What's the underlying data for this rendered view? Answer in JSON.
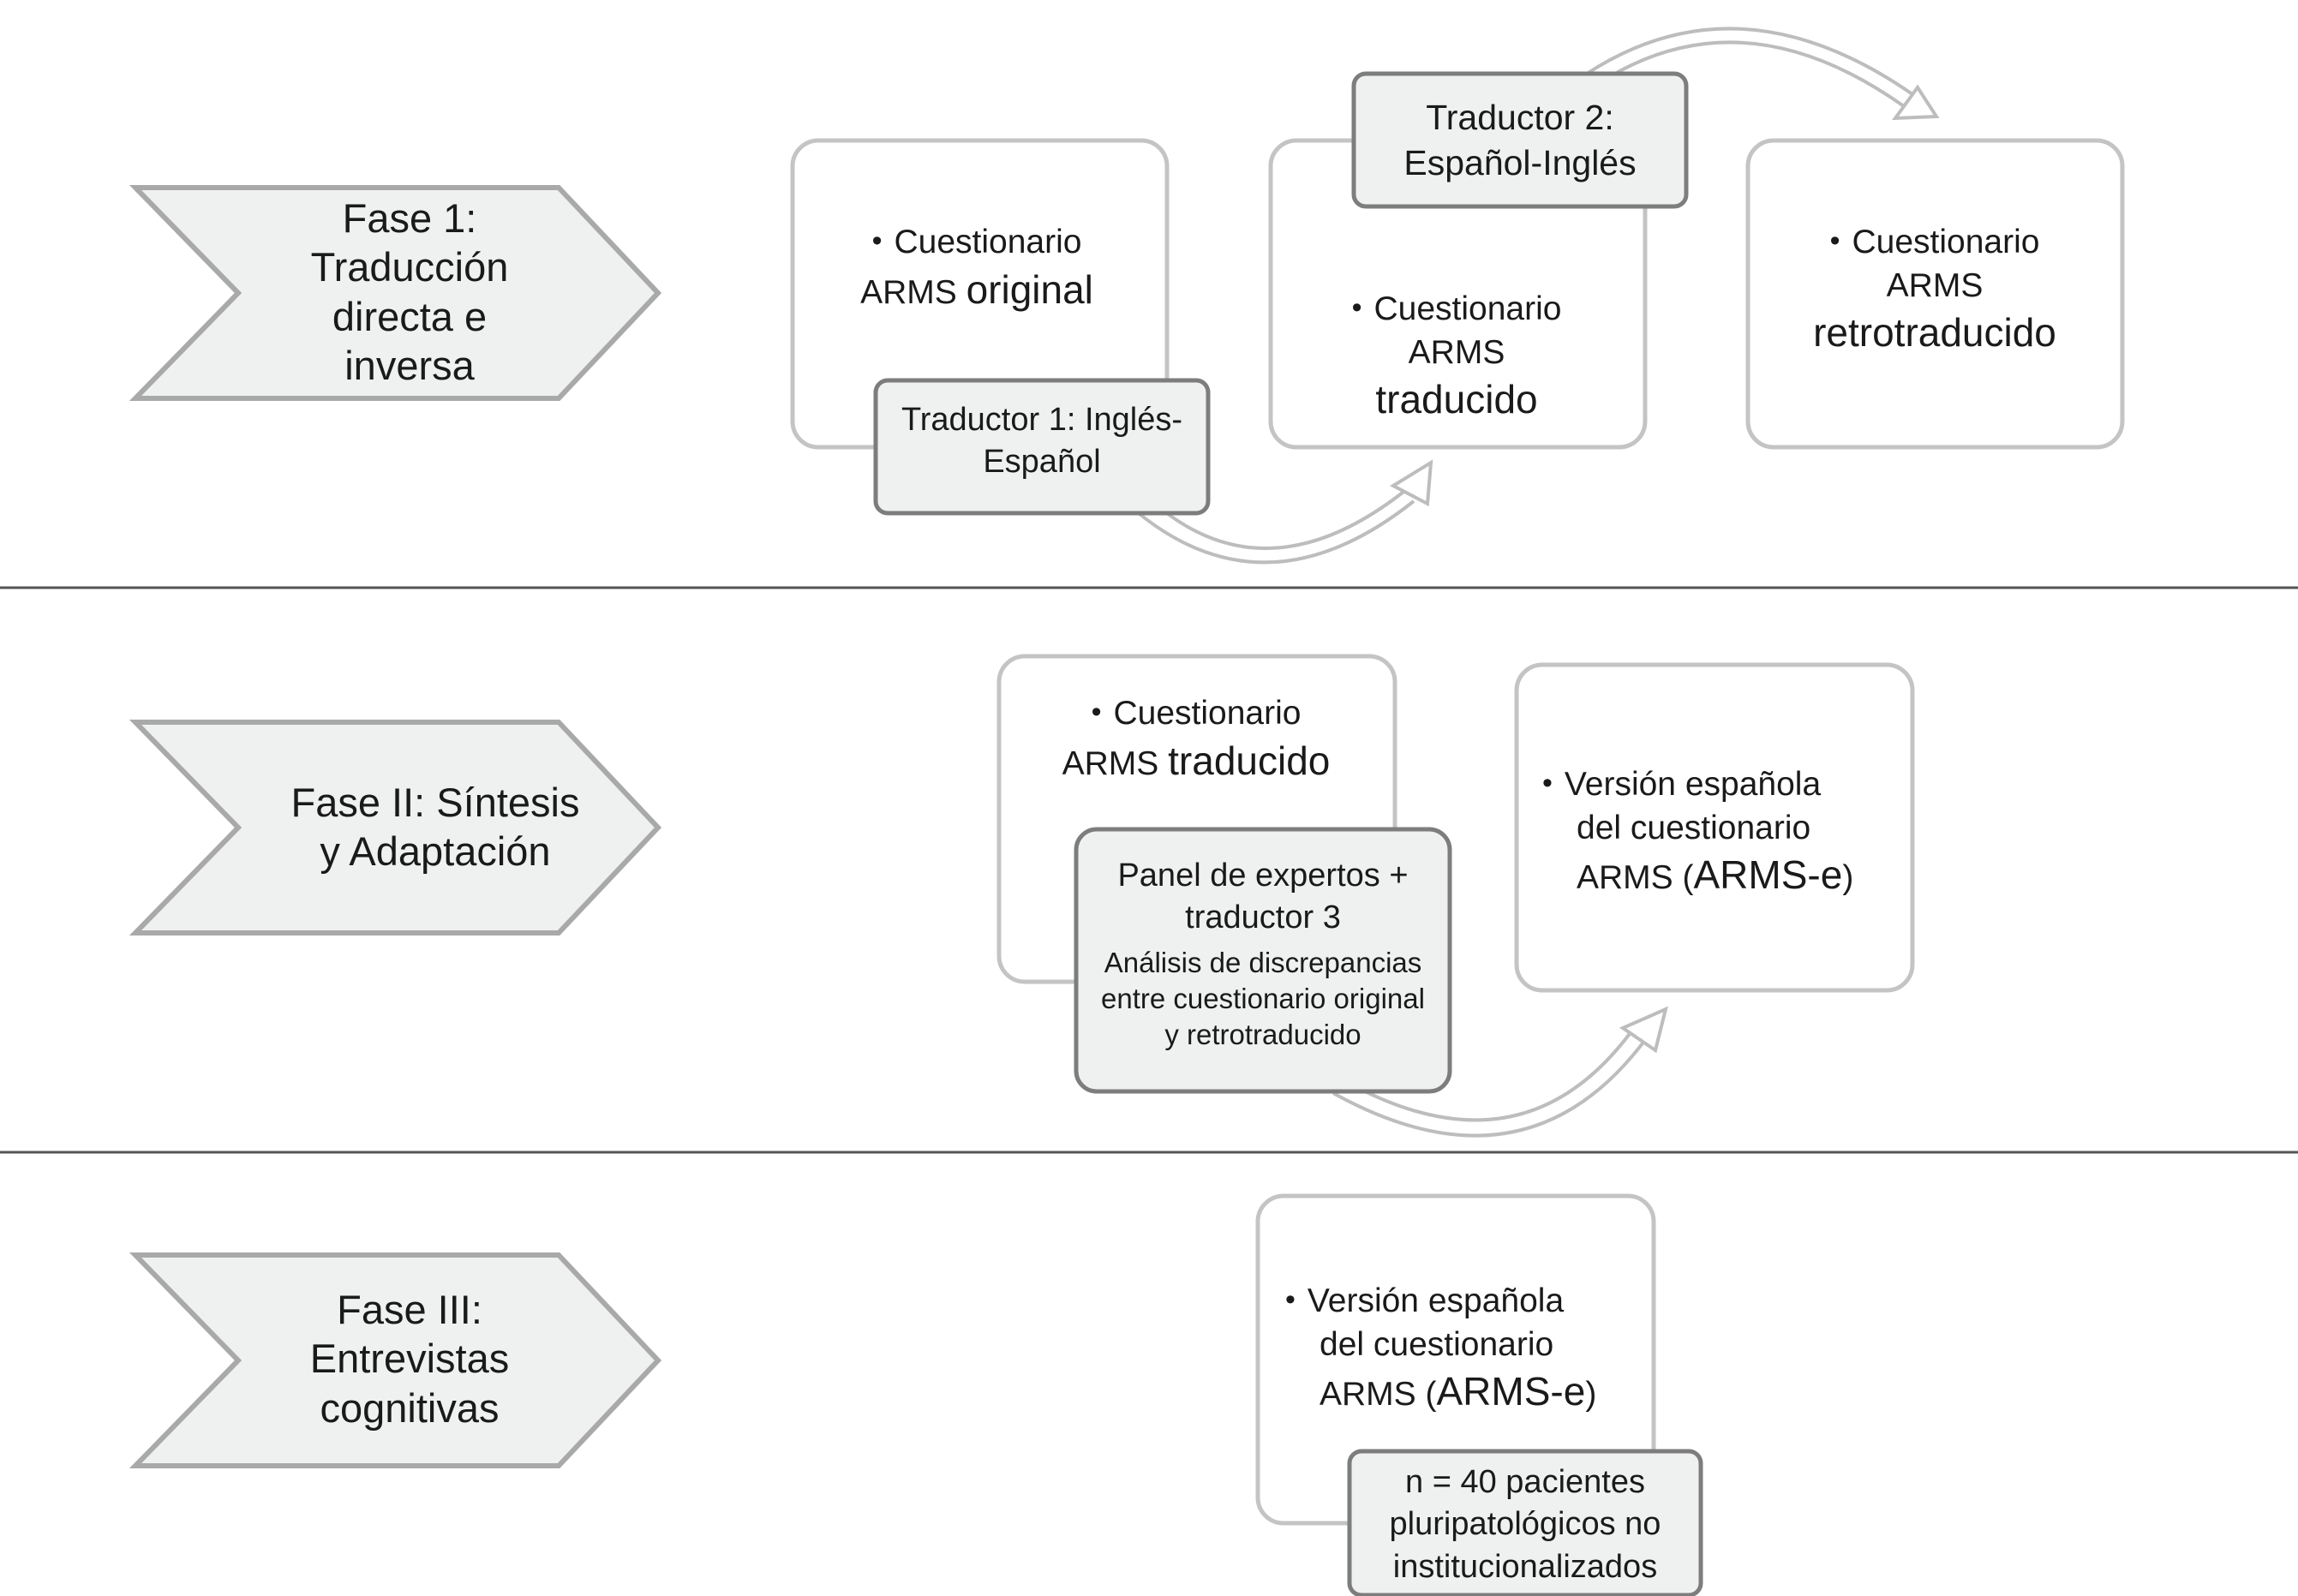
{
  "phases": [
    {
      "label_lines": [
        "Fase 1:",
        "Traducción",
        "directa e",
        "inversa"
      ],
      "boxes": [
        {
          "bullet": "•",
          "lines": [
            "Cuestionario"
          ],
          "line2_prefix": "ARMS ",
          "line2_big": "original"
        },
        {
          "bullet": "•",
          "lines": [
            "Cuestionario",
            "ARMS"
          ],
          "line3_big": "traducido"
        },
        {
          "bullet": "•",
          "lines": [
            "Cuestionario",
            "ARMS"
          ],
          "line3_big": "retrotraducido"
        }
      ],
      "tags": [
        {
          "lines": [
            "Traductor 1: Inglés-",
            "Español"
          ]
        },
        {
          "lines": [
            "Traductor 2:",
            "Español-Inglés"
          ]
        }
      ]
    },
    {
      "label_lines": [
        "Fase II: Síntesis",
        "y Adaptación"
      ],
      "boxes": [
        {
          "bullet": "•",
          "line1": "Cuestionario",
          "line2_prefix": "ARMS ",
          "line2_big": "traducido"
        },
        {
          "bullet": "•",
          "line1": "Versión española",
          "line2": "del cuestionario",
          "line3_prefix": "ARMS (",
          "line3_big": "ARMS-e",
          "line3_suffix": ")"
        }
      ],
      "tag": {
        "lines": [
          "Panel de expertos +",
          "traductor 3"
        ],
        "small_lines": [
          "Análisis de discrepancias",
          "entre cuestionario original",
          "y retrotraducido"
        ]
      }
    },
    {
      "label_lines": [
        "Fase III:",
        "Entrevistas",
        "cognitivas"
      ],
      "box": {
        "bullet": "•",
        "line1": "Versión española",
        "line2": "del cuestionario",
        "line3_prefix": "ARMS (",
        "line3_big": "ARMS-e",
        "line3_suffix": ")"
      },
      "tag": {
        "lines": [
          "n = 40 pacientes",
          "pluripatológicos no",
          "institucionalizados"
        ]
      }
    }
  ],
  "colors": {
    "arrow_fill": "#eff1f0",
    "arrow_stroke": "#a9a9a9",
    "box_stroke": "#c4c4c4",
    "tag_fill": "#eff1f0",
    "tag_stroke": "#7d7d7d",
    "divider": "#555555"
  }
}
